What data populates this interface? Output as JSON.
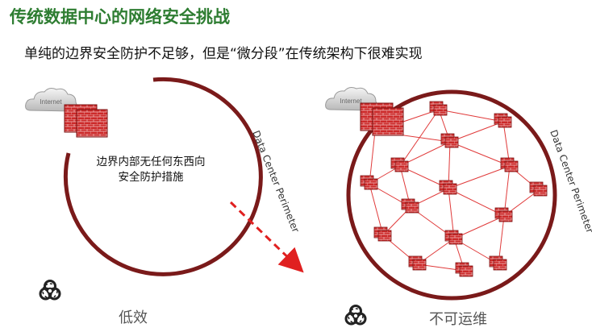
{
  "title": "传统数据中心的网络安全挑战",
  "subtitle": "单纯的边界安全防护不足够，但是“微分段”在传统架构下很难实现",
  "left_panel": {
    "cloud_label": "Internet",
    "perimeter_label": "Data Center Perimeter",
    "inner_note_line1": "边界内部无任何东西向",
    "inner_note_line2": "安全防护措施",
    "caption": "低效"
  },
  "right_panel": {
    "cloud_label": "Internet",
    "perimeter_label": "Data Center Perimeter",
    "caption": "不可运维"
  },
  "colors": {
    "title": "#2e7d32",
    "perimeter": "#7a1a1a",
    "firewall": "#cc2a2a",
    "arrow": "#e02020",
    "mesh_link": "#e03a3a"
  },
  "icons": [
    "cloud-icon",
    "firewall-icon",
    "biohazard-icon",
    "dashed-arrow-icon"
  ]
}
